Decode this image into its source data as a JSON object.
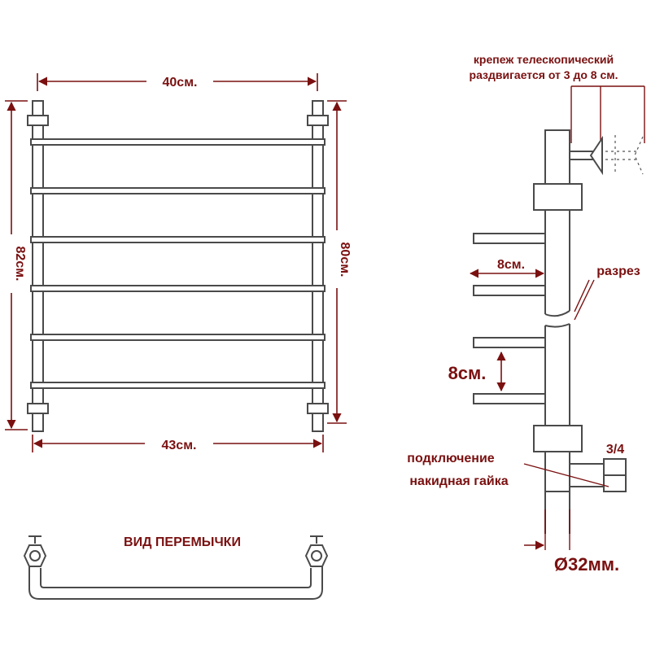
{
  "front_view": {
    "width_top": "40см.",
    "width_bottom": "43см.",
    "height_left": "82см.",
    "height_right": "80см."
  },
  "jumper_view": {
    "title": "ВИД ПЕРЕМЫЧКИ"
  },
  "side_view": {
    "mount_note_line1": "крепеж телескопический",
    "mount_note_line2": "раздвигается от 3 до 8 см.",
    "bar_depth": "8см.",
    "section_label": "разрез",
    "bar_spacing": "8см.",
    "thread_size": "3/4",
    "connection_line1": "подключение",
    "connection_line2": "накидная гайка",
    "pipe_diameter": "Ø32мм."
  },
  "colors": {
    "dimension": "#7a1010",
    "outline": "#4a4a4a"
  }
}
